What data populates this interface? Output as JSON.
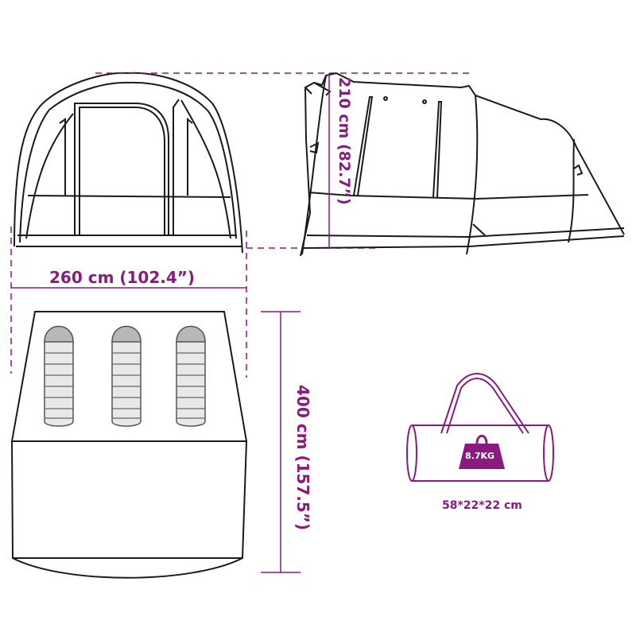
{
  "colors": {
    "accent": "#8a1a7e",
    "line": "#1a1a1a",
    "bag_fill": "#e8e8e8",
    "bag_head": "#b8b8b8",
    "background": "#ffffff"
  },
  "dimensions": {
    "width": "260 cm (102.4”)",
    "height": "210 cm (82.7”)",
    "length": "400 cm (157.5”)"
  },
  "package": {
    "weight": "8.7KG",
    "size": "58*22*22 cm"
  },
  "views": {
    "front": "front-view",
    "side": "side-view",
    "top": "top-view",
    "bag": "carry-bag"
  },
  "sleeping_bags": {
    "count": 3
  }
}
